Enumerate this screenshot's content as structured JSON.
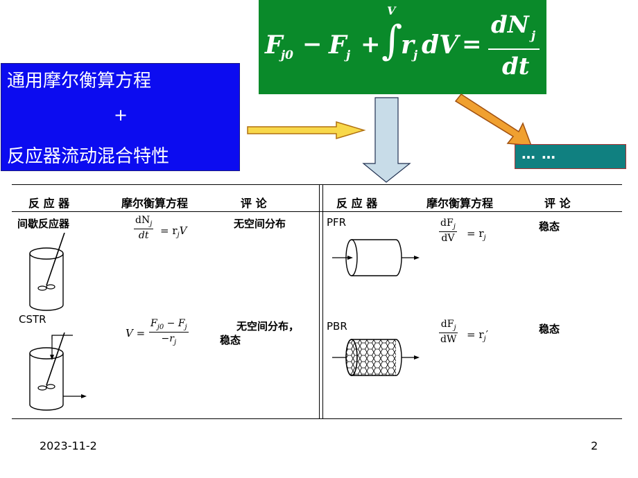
{
  "blue_box": {
    "line1": "通用摩尔衡算方程",
    "plus": "+",
    "line2": "反应器流动混合特性"
  },
  "equation": {
    "F": "F",
    "j0": "j0",
    "minus": "−",
    "j": "j",
    "plus": "+",
    "integral": "∫",
    "upper_limit": "V",
    "r": "r",
    "dV": "dV",
    "equals": "=",
    "num": "dN",
    "den": "dt"
  },
  "teal_box": {
    "text": "… …"
  },
  "table": {
    "headers_left": {
      "reactor": "反  应  器",
      "equation": "摩尔衡算方程",
      "comment": "评      论"
    },
    "headers_right": {
      "reactor": "反  应  器",
      "equation": "摩尔衡算方程",
      "comment": "评      论"
    },
    "batch": {
      "name": "间歇反应器",
      "num": "dN",
      "num_sub": "j",
      "den": "dt",
      "rhs": "= r",
      "rhs_sub": "j",
      "rhs_tail": "V",
      "comment": "无空间分布"
    },
    "cstr": {
      "name": "CSTR",
      "lhs": "V =",
      "num": "F",
      "num_sub": "j0",
      "num_mid": " − F",
      "num_sub2": "j",
      "den": "−r",
      "den_sub": "j",
      "comment1": "无空间分布，",
      "comment2": "稳态"
    },
    "pfr": {
      "name": "PFR",
      "num": "dF",
      "num_sub": "j",
      "den": "dV",
      "rhs": "= r",
      "rhs_sub": "j",
      "comment": "稳态"
    },
    "pbr": {
      "name": "PBR",
      "num": "dF",
      "num_sub": "j",
      "den": "dW",
      "rhs": "= r",
      "rhs_sub": "j",
      "rhs_tail": "′",
      "comment": "稳态"
    }
  },
  "footer": {
    "date": "2023-11-2",
    "page": "2"
  },
  "colors": {
    "blue": "#0c0cf0",
    "green": "#0a8a2a",
    "teal": "#108080",
    "arrow_fill": "#f8d84a",
    "arrow_stroke": "#b07010",
    "down_arrow_fill": "#c8dce8"
  }
}
